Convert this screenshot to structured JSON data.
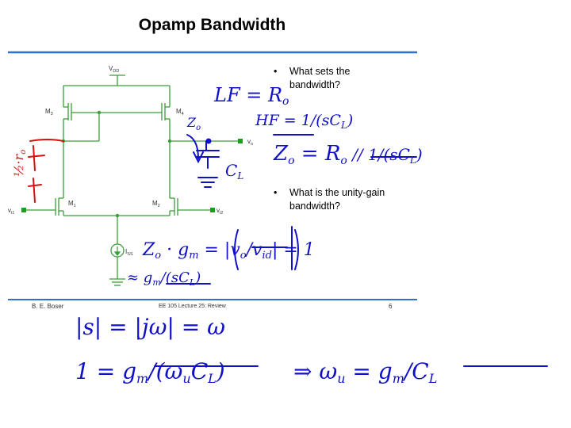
{
  "slide": {
    "title": "Opamp Bandwidth",
    "bullets": [
      "What sets the bandwidth?",
      "What is the unity-gain bandwidth?"
    ],
    "footer": {
      "author": "B. E. Boser",
      "course": "EE 105 Lecture 25: Review",
      "page": "6"
    }
  },
  "circuit": {
    "labels": {
      "vdd": "V",
      "vdd_sub": "DD",
      "m1": "M",
      "m1_sub": "1",
      "m2": "M",
      "m2_sub": "2",
      "m3": "M",
      "m3_sub": "3",
      "m4": "M",
      "m4_sub": "4",
      "vi1": "v",
      "vi1_sub": "i1",
      "vi2": "v",
      "vi2_sub": "i2",
      "vo": "v",
      "vo_sub": "o",
      "iss": "I",
      "iss_sub": "SS"
    }
  },
  "colors": {
    "accent_rule": "#2e6fd0",
    "circuit_wire": "#3a9e3a",
    "pin": "#1aa01a",
    "handwriting": "#1010c8",
    "annotation_red": "#d81010"
  },
  "handwriting": {
    "note_a": "LF = R",
    "note_a_sub": "o",
    "note_b": "HF = 1/(sC",
    "note_b_sub": "L",
    "note_b_end": ")",
    "note_c": "Z",
    "note_c_sub": "o",
    "note_c_mid": " = R",
    "note_c_sub2": "o",
    "note_c_end": " // 1/(sC",
    "note_c_sub3": "L",
    "note_c_end2": ")",
    "note_d": "Z",
    "note_d_sub": "o",
    "note_d_mid": " · g",
    "note_d_sub2": "m",
    "note_d_end": " = |v",
    "note_d_sub3": "o",
    "note_d_end2": "/v",
    "note_d_sub4": "id",
    "note_d_end3": "| = 1",
    "note_e": "≈ g",
    "note_e_sub": "m",
    "note_e_end": "/(sC",
    "note_e_sub2": "L",
    "note_e_end2": ")",
    "note_f": "|s| = |jω| = ω",
    "note_g": "1 = g",
    "note_g_sub": "m",
    "note_g_end": "/(ω",
    "note_g_sub2": "u",
    "note_g_end2": "C",
    "note_g_sub3": "L",
    "note_g_end3": ")",
    "note_h": "⇒ ω",
    "note_h_sub": "u",
    "note_h_end": " = g",
    "note_h_sub2": "m",
    "note_h_end2": "/C",
    "note_h_sub3": "L",
    "note_cap": "C",
    "note_cap_sub": "L",
    "note_zo": "Z",
    "note_zo_sub": "o",
    "note_red": "½·r",
    "note_red_sub": "o"
  }
}
